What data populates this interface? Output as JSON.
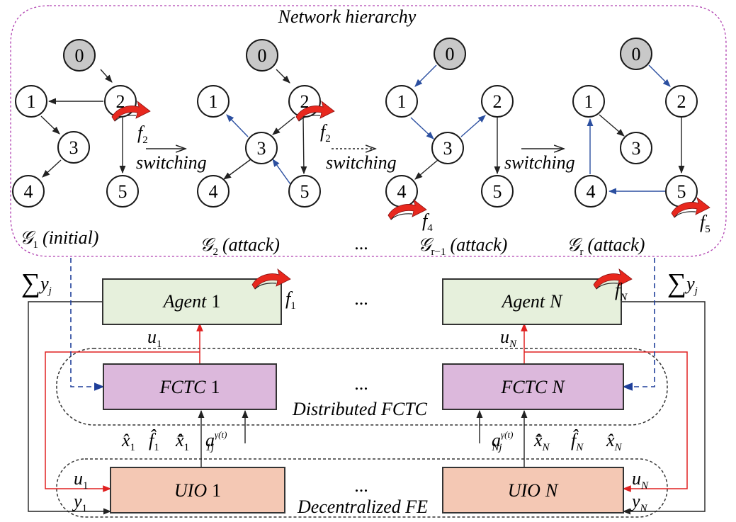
{
  "network": {
    "title": "Network hierarchy",
    "switch_word": "switching",
    "ellipsis": "...",
    "graphs": [
      {
        "sym": "𝒢",
        "sub": "1",
        "label": "(initial)",
        "attacker_sym": "f",
        "attacker_sub": "2"
      },
      {
        "sym": "𝒢",
        "sub": "2",
        "label": "(attack)",
        "attacker_sym": "f",
        "attacker_sub": "2"
      },
      {
        "sym": "𝒢",
        "sub": "r−1",
        "label": "(attack)",
        "attacker_sym": "f",
        "attacker_sub": "4"
      },
      {
        "sym": "𝒢",
        "sub": "r",
        "label": "(attack)",
        "attacker_sym": "f",
        "attacker_sub": "5"
      }
    ],
    "node_labels": [
      "0",
      "1",
      "2",
      "3",
      "4",
      "5"
    ]
  },
  "system": {
    "agent": {
      "name": "Agent",
      "index_first": "1",
      "index_last": "N"
    },
    "fctc": {
      "name": "FCTC",
      "index_first": "1",
      "index_last": "N",
      "group_label": "Distributed FCTC"
    },
    "uio": {
      "name": "UIO",
      "index_first": "1",
      "index_last": "N",
      "group_label": "Decentralized FE"
    },
    "sum_symbol": "∑",
    "sum_var": "y",
    "sum_sub": "j",
    "fault_first": {
      "sym": "f",
      "sub": "1"
    },
    "fault_last": {
      "sym": "f",
      "sub": "N"
    },
    "u_first": {
      "sym": "u",
      "sub": "1"
    },
    "u_last": {
      "sym": "u",
      "sub": "N"
    },
    "y_first": {
      "sym": "y",
      "sub": "1"
    },
    "y_last": {
      "sym": "y",
      "sub": "N"
    },
    "a_first": {
      "sym": "a",
      "sub": "1j",
      "sup": "γ(t)"
    },
    "a_last": {
      "sym": "a",
      "sub": "Nj",
      "sup": "γ(t)"
    },
    "x_hat": "x̂",
    "f_hat": "f̂",
    "x_bar_hat": "x̄̂",
    "ellipsis": "..."
  },
  "colors": {
    "agent_fill": "#e6f0dc",
    "fctc_fill": "#dcb8dc",
    "uio_fill": "#f4c8b4",
    "hierarchy_border": "#b040b0",
    "blue_edge": "#2b4fa0",
    "red_wire": "#e02020",
    "attack_arrow": "#e8281e"
  }
}
